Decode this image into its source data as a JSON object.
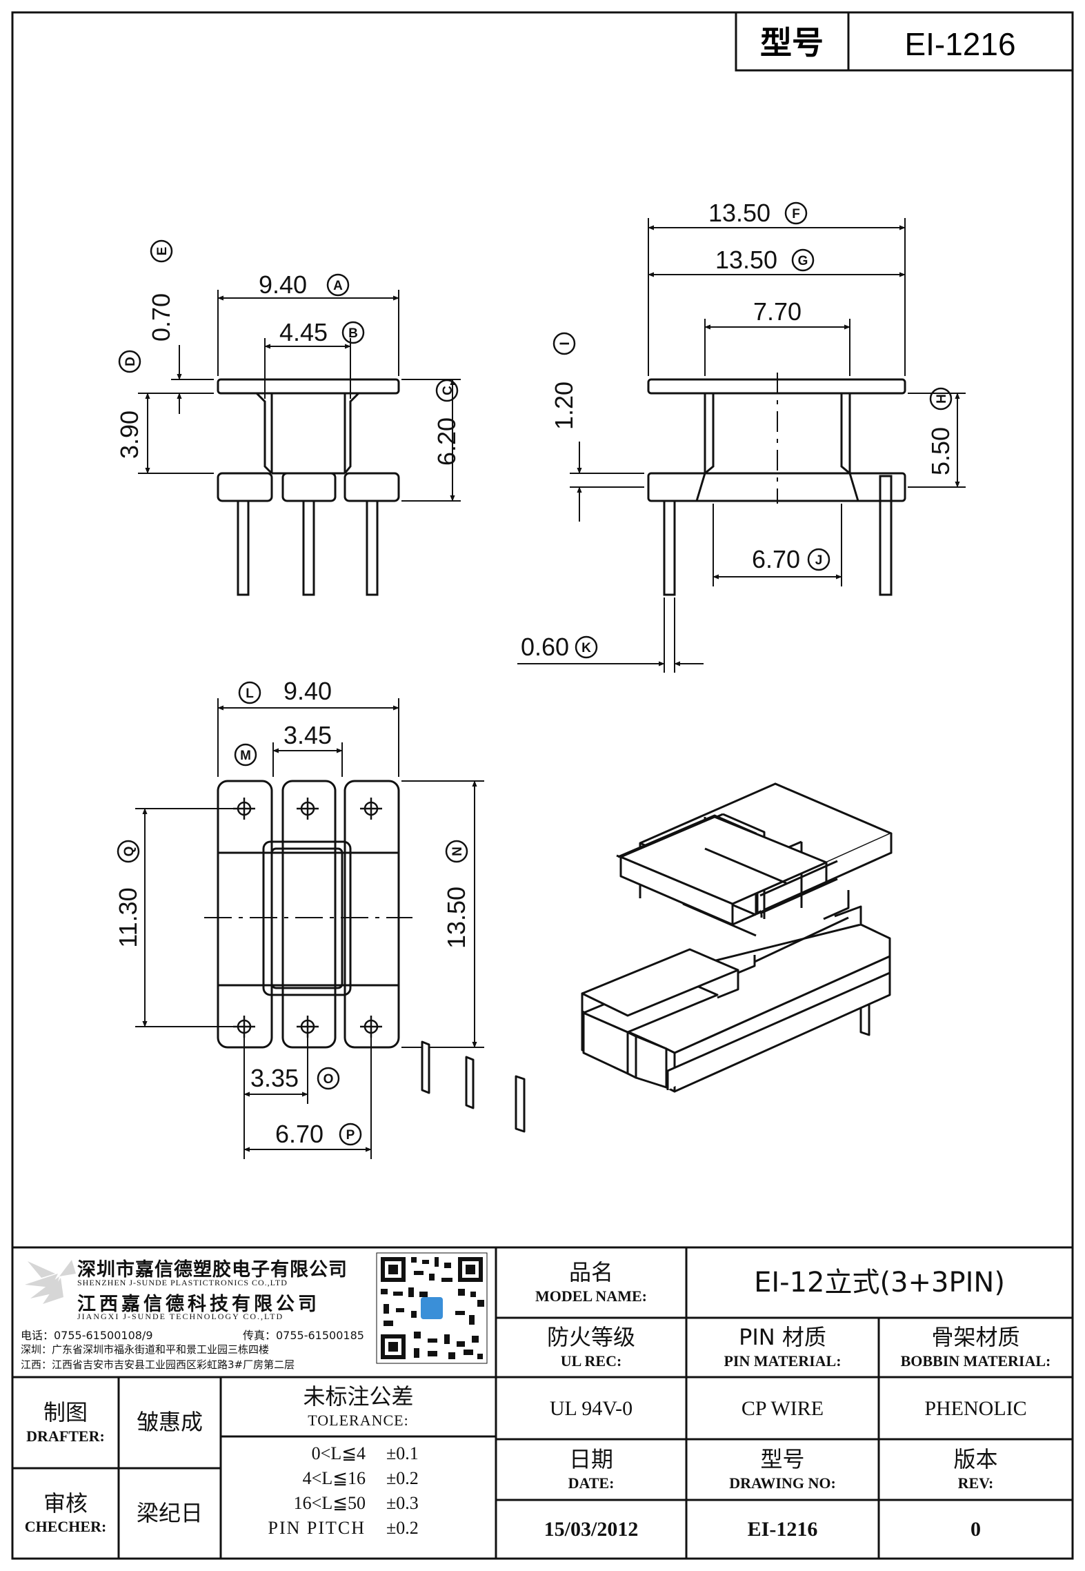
{
  "header": {
    "type_label": "型号",
    "type_value": "EI-1216"
  },
  "dims": {
    "a": "9.40",
    "b": "4.45",
    "e": "0.70",
    "d": "3.90",
    "c": "6.20",
    "f": "13.50",
    "g": "13.50",
    "w770": "7.70",
    "i": "1.20",
    "h": "5.50",
    "j": "6.70",
    "k": "0.60",
    "l": "9.40",
    "m": "3.45",
    "q": "11.30",
    "n": "13.50",
    "o": "3.35",
    "p": "6.70"
  },
  "markers": {
    "a": "A",
    "b": "B",
    "c": "C",
    "d": "D",
    "e": "E",
    "f": "F",
    "g": "G",
    "h": "H",
    "i": "I",
    "j": "J",
    "k": "K",
    "l": "L",
    "m": "M",
    "n": "N",
    "o": "O",
    "p": "P",
    "q": "Q"
  },
  "company": {
    "name_cn_1": "深圳市嘉信德塑胶电子有限公司",
    "name_en_1": "SHENZHEN J-SUNDE PLASTICTRONICS CO.,LTD",
    "name_cn_2": "江西嘉信德科技有限公司",
    "name_en_2": "JIANGXI J-SUNDE TECHNOLOGY CO.,LTD",
    "phone": "电话：0755-61500108/9",
    "fax": "传真：0755-61500185",
    "addr_sz": "深圳：广东省深圳市福永街道和平和景工业园三栋四楼",
    "addr_jx": "江西：江西省吉安市吉安县工业园西区彩虹路3#厂房第二层"
  },
  "title_block": {
    "model_name_cn": "品名",
    "model_name_en": "MODEL NAME:",
    "model_name_value": "EI-12立式(3+3PIN)",
    "ul_cn": "防火等级",
    "ul_en": "UL REC:",
    "ul_value": "UL 94V-0",
    "pin_cn": "PIN 材质",
    "pin_en": "PIN MATERIAL:",
    "pin_value": "CP WIRE",
    "bobbin_cn": "骨架材质",
    "bobbin_en": "BOBBIN MATERIAL:",
    "bobbin_value": "PHENOLIC",
    "drafter_cn": "制图",
    "drafter_en": "DRAFTER:",
    "drafter_value": "皱惠成",
    "checker_cn": "审核",
    "checker_en": "CHECHER:",
    "checker_value": "梁纪日",
    "tolerance_cn": "未标注公差",
    "tolerance_en": "TOLERANCE:",
    "tolerances": [
      {
        "range": "0<L≦4",
        "value": "±0.1"
      },
      {
        "range": "4<L≦16",
        "value": "±0.2"
      },
      {
        "range": "16<L≦50",
        "value": "±0.3"
      },
      {
        "range": "PIN PITCH",
        "value": "±0.2"
      }
    ],
    "date_cn": "日期",
    "date_en": "DATE:",
    "date_value": "15/03/2012",
    "dwg_cn": "型号",
    "dwg_en": "DRAWING NO:",
    "dwg_value": "EI-1216",
    "rev_cn": "版本",
    "rev_en": "REV:",
    "rev_value": "0"
  },
  "colors": {
    "line": "#111111",
    "qr_badge": "#3a8fd8"
  }
}
